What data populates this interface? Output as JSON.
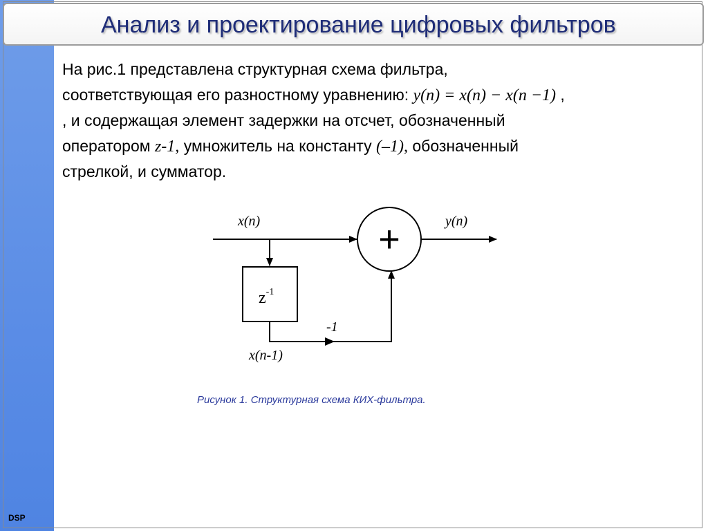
{
  "slide": {
    "title": "Анализ и проектирование цифровых фильтров",
    "corner_label": "DSP"
  },
  "body": {
    "line1": "На рис.1 представлена структурная схема фильтра,",
    "line2_text": "соответствующая его разностному уравнению:",
    "formula": "y(n) = x(n) − x(n −1)",
    "line2_tail": ",",
    "line3": ", и содержащая элемент задержки на отсчет, обозначенный",
    "line4_a": "оператором",
    "line4_op": "z-1,",
    "line4_b": "умножитель на константу",
    "line4_const": "(–1),",
    "line4_c": "обозначенный",
    "line5": "стрелкой, и сумматор."
  },
  "diagram": {
    "input_label": "x(n)",
    "output_label": "y(n)",
    "adder_symbol": "+",
    "delay_label": "z",
    "delay_exponent": "-1",
    "multiplier_label": "-1",
    "delayed_label": "x(n-1)"
  },
  "caption": "Рисунок 1. Структурная схема КИХ-фильтра.",
  "colors": {
    "title": "#1f2d78",
    "caption": "#2b3a9c",
    "sidebar": "#5b8de6"
  }
}
